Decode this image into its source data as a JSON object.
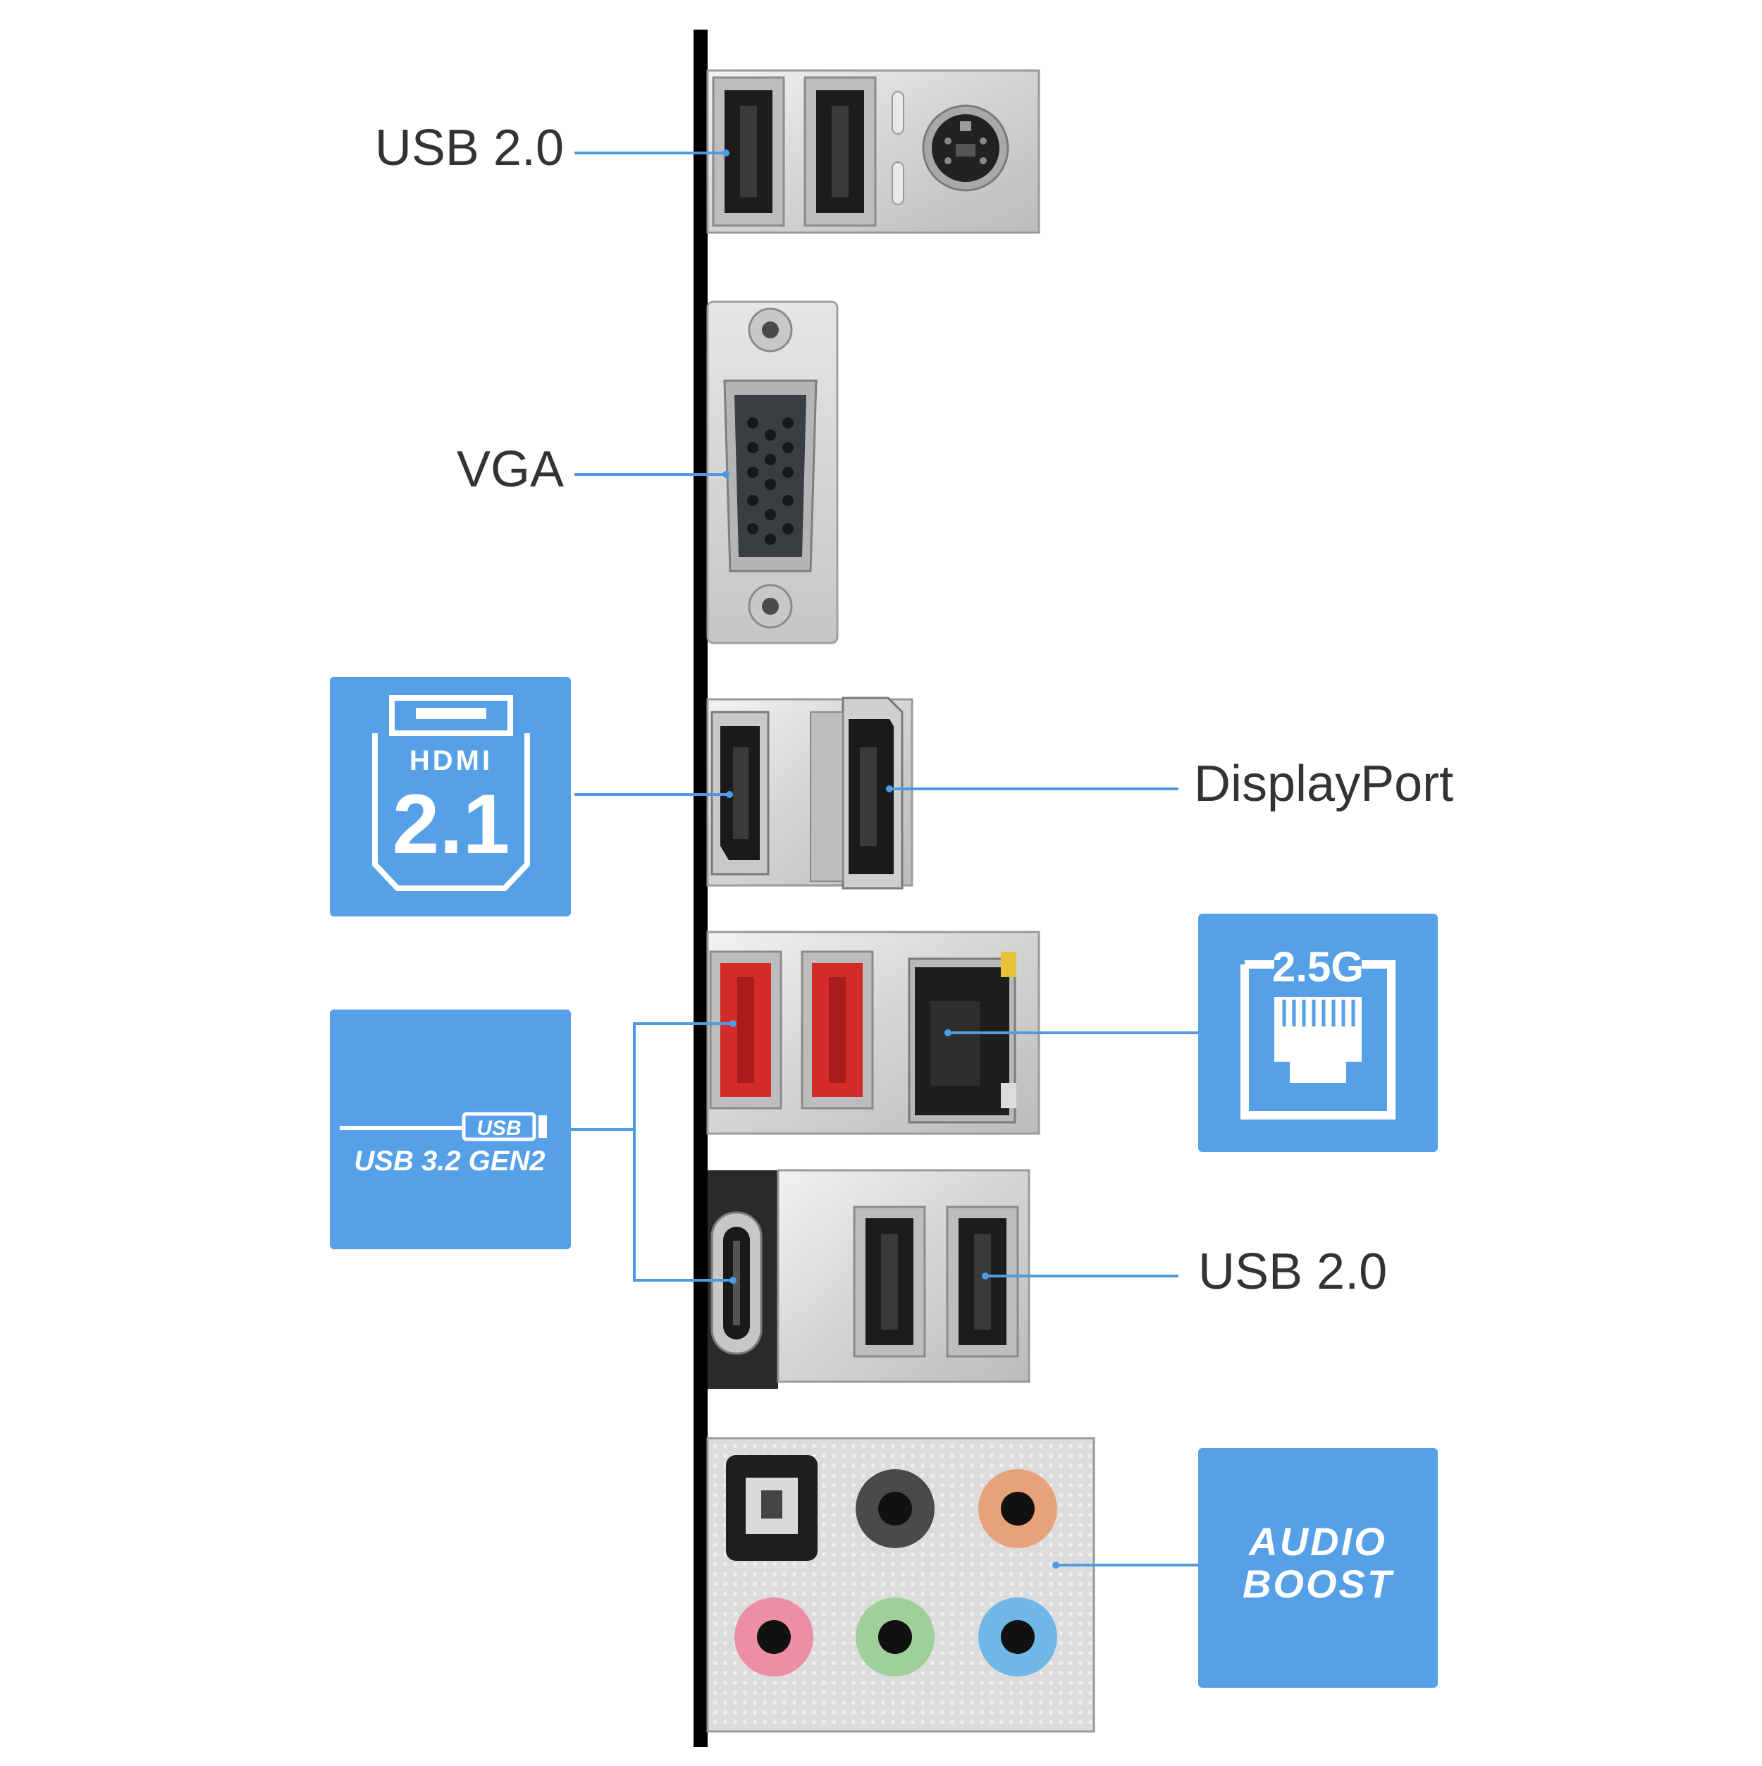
{
  "labels": {
    "usb20_top": "USB 2.0",
    "vga": "VGA",
    "displayport": "DisplayPort",
    "usb20_bottom": "USB 2.0"
  },
  "badges": {
    "hdmi": {
      "word": "HDMI",
      "version": "2.1"
    },
    "usb": {
      "logo": "USB",
      "text": "USB 3.2 GEN2"
    },
    "lan": {
      "speed": "2.5G"
    },
    "audio": {
      "line1": "AUDIO",
      "line2": "BOOST"
    }
  },
  "colors": {
    "badge": "#55a0e6",
    "leader": "#4f9be3",
    "text": "#333333",
    "bracket": "#000000",
    "usb32_port": "#d42a2a",
    "audio_orange": "#e8a27a",
    "audio_pink": "#ec8fa4",
    "audio_green": "#9fd09a",
    "audio_blue": "#6fb7e6"
  }
}
